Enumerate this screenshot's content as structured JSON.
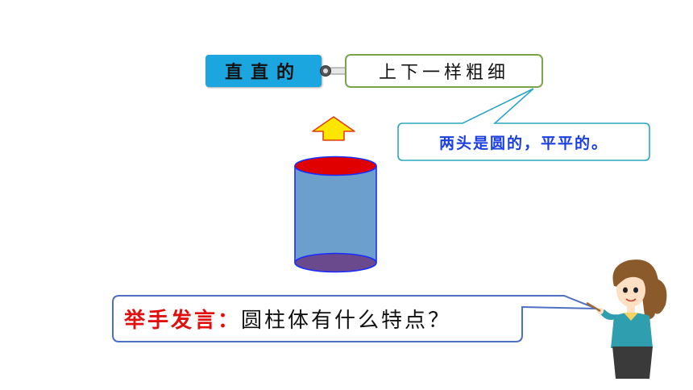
{
  "label": "直直的",
  "description": "上下一样粗细",
  "callout": "两头是圆的，平平的。",
  "prompt": {
    "highlight": "举手发言：",
    "question": "圆柱体有什么特点？"
  },
  "colors": {
    "label_bg": "#1ca6e0",
    "box_border": "#7aa44a",
    "callout_border": "#2aa6c2",
    "callout_text": "#1a3ee0",
    "arrow_fill": "#ffe600",
    "arrow_stroke": "#e53a12",
    "cylinder_body": "#6d9fcc",
    "cylinder_top": "#e00000",
    "cylinder_bottom": "#6a4a8c",
    "cylinder_edge": "#1a2cff",
    "prompt_border": "#4e6fc2",
    "prompt_highlight": "#e01010"
  },
  "icons": {
    "connector": "pin-connector-icon",
    "arrow": "up-arrow-icon",
    "cylinder": "cylinder-icon",
    "teacher": "teacher-pointer-icon"
  }
}
